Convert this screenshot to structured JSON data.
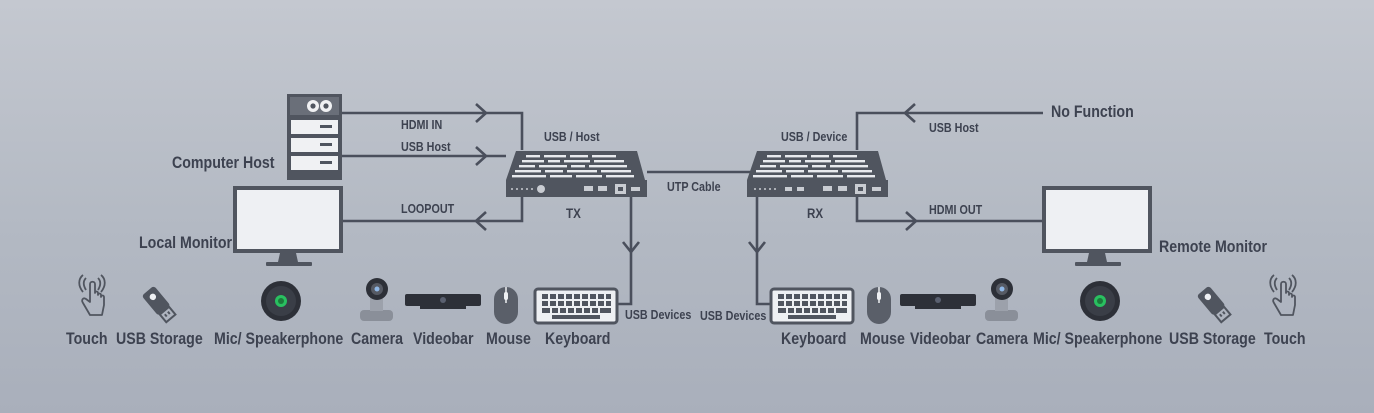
{
  "devices": {
    "computer_host": "Computer Host",
    "local_monitor": "Local Monitor",
    "remote_monitor": "Remote Monitor",
    "tx": "TX",
    "rx": "RX",
    "no_function": "No Function"
  },
  "connections": {
    "hdmi_in": "HDMI IN",
    "usb_host_tx": "USB Host",
    "loopout": "LOOPOUT",
    "usb_host_port": "USB / Host",
    "usb_device_port": "USB / Device",
    "usb_host_rx": "USB Host",
    "hdmi_out": "HDMI OUT",
    "utp_cable": "UTP Cable",
    "usb_devices_left": "USB Devices",
    "usb_devices_right": "USB Devices"
  },
  "peripherals_left": [
    {
      "label": "Touch",
      "icon": "touch-icon"
    },
    {
      "label": "USB Storage",
      "icon": "usb-storage-icon"
    },
    {
      "label": "Mic/ Speakerphone",
      "icon": "speakerphone-icon"
    },
    {
      "label": "Camera",
      "icon": "camera-icon"
    },
    {
      "label": "Videobar",
      "icon": "videobar-icon"
    },
    {
      "label": "Mouse",
      "icon": "mouse-icon"
    },
    {
      "label": "Keyboard",
      "icon": "keyboard-icon"
    }
  ],
  "peripherals_right": [
    {
      "label": "Keyboard",
      "icon": "keyboard-icon"
    },
    {
      "label": "Mouse",
      "icon": "mouse-icon"
    },
    {
      "label": "Videobar",
      "icon": "videobar-icon"
    },
    {
      "label": "Camera",
      "icon": "camera-icon"
    },
    {
      "label": "Mic/ Speakerphone",
      "icon": "speakerphone-icon"
    },
    {
      "label": "USB Storage",
      "icon": "usb-storage-icon"
    },
    {
      "label": "Touch",
      "icon": "touch-icon"
    }
  ],
  "colors": {
    "line": "#4a4f5c",
    "device_dark": "#50555f",
    "device_light": "#eef0f3",
    "label": "#3d4250",
    "mic_green": "#29c060"
  }
}
